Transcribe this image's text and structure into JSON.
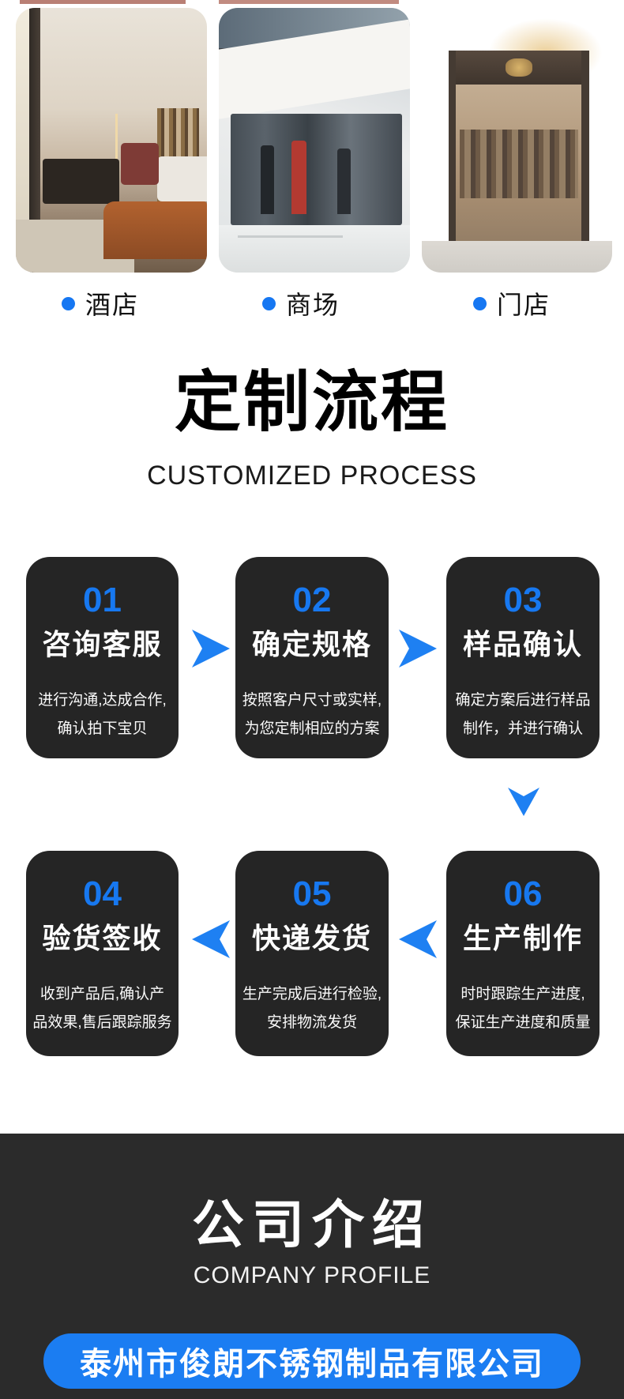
{
  "colors": {
    "accent_blue": "#1778f0",
    "banner_blue": "#1b7df2",
    "card_bg": "#252525",
    "company_bg": "#2b2b2b",
    "page_bg": "#ffffff"
  },
  "gallery": {
    "items": [
      {
        "label": "酒店",
        "photo": "hotel"
      },
      {
        "label": "商场",
        "photo": "mall"
      },
      {
        "label": "门店",
        "photo": "store"
      }
    ]
  },
  "process_section": {
    "title": "定制流程",
    "subtitle": "CUSTOMIZED PROCESS",
    "steps": [
      {
        "number": "01",
        "title": "咨询客服",
        "desc_line1": "进行沟通,达成合作,",
        "desc_line2": "确认拍下宝贝"
      },
      {
        "number": "02",
        "title": "确定规格",
        "desc_line1": "按照客户尺寸或实样,",
        "desc_line2": "为您定制相应的方案"
      },
      {
        "number": "03",
        "title": "样品确认",
        "desc_line1": "确定方案后进行样品",
        "desc_line2": "制作，并进行确认"
      },
      {
        "number": "04",
        "title": "验货签收",
        "desc_line1": "收到产品后,确认产",
        "desc_line2": "品效果,售后跟踪服务"
      },
      {
        "number": "05",
        "title": "快递发货",
        "desc_line1": "生产完成后进行检验,",
        "desc_line2": "安排物流发货"
      },
      {
        "number": "06",
        "title": "生产制作",
        "desc_line1": "时时跟踪生产进度,",
        "desc_line2": "保证生产进度和质量"
      }
    ]
  },
  "company_section": {
    "title": "公司介绍",
    "subtitle": "COMPANY PROFILE",
    "banner": "泰州市俊朗不锈钢制品有限公司"
  }
}
